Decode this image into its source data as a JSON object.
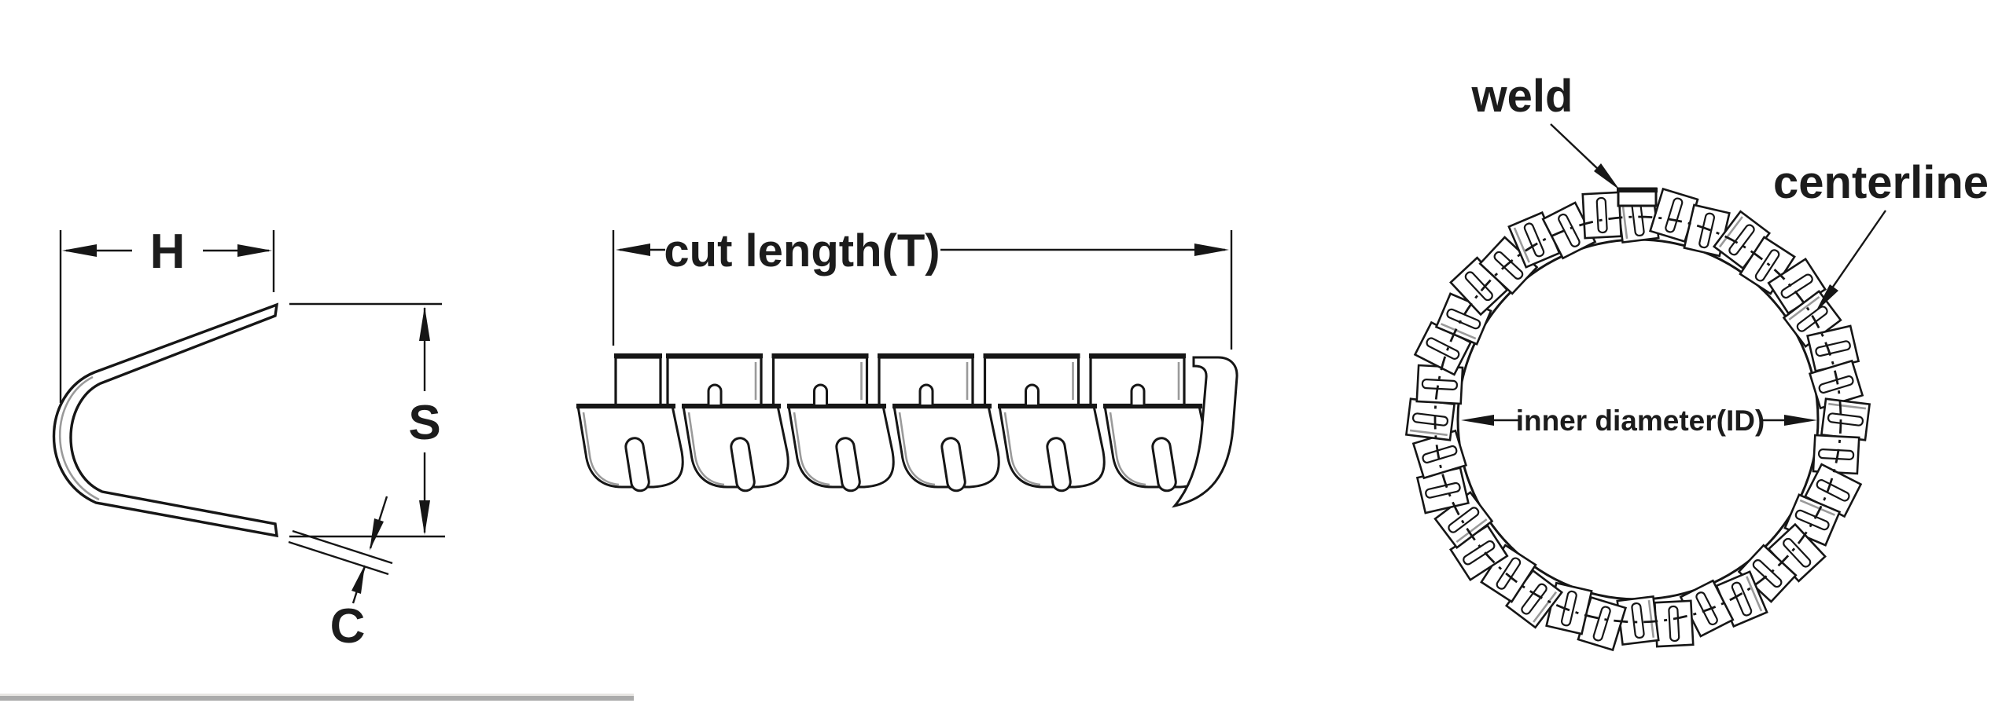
{
  "diagram": {
    "left_profile": {
      "dim_width_label": "H",
      "dim_span_label": "S",
      "dim_thickness_label": "C"
    },
    "band": {
      "dim_cut_length_label": "cut length(T)"
    },
    "ring": {
      "weld_label": "weld",
      "centerline_label": "centerline",
      "inner_diameter_label": "inner diameter(ID)"
    }
  },
  "colors": {
    "line": "#161616",
    "text": "#1c1c1c",
    "shade": "#9a9a9a",
    "divider": "#ababab",
    "background": "#ffffff"
  }
}
